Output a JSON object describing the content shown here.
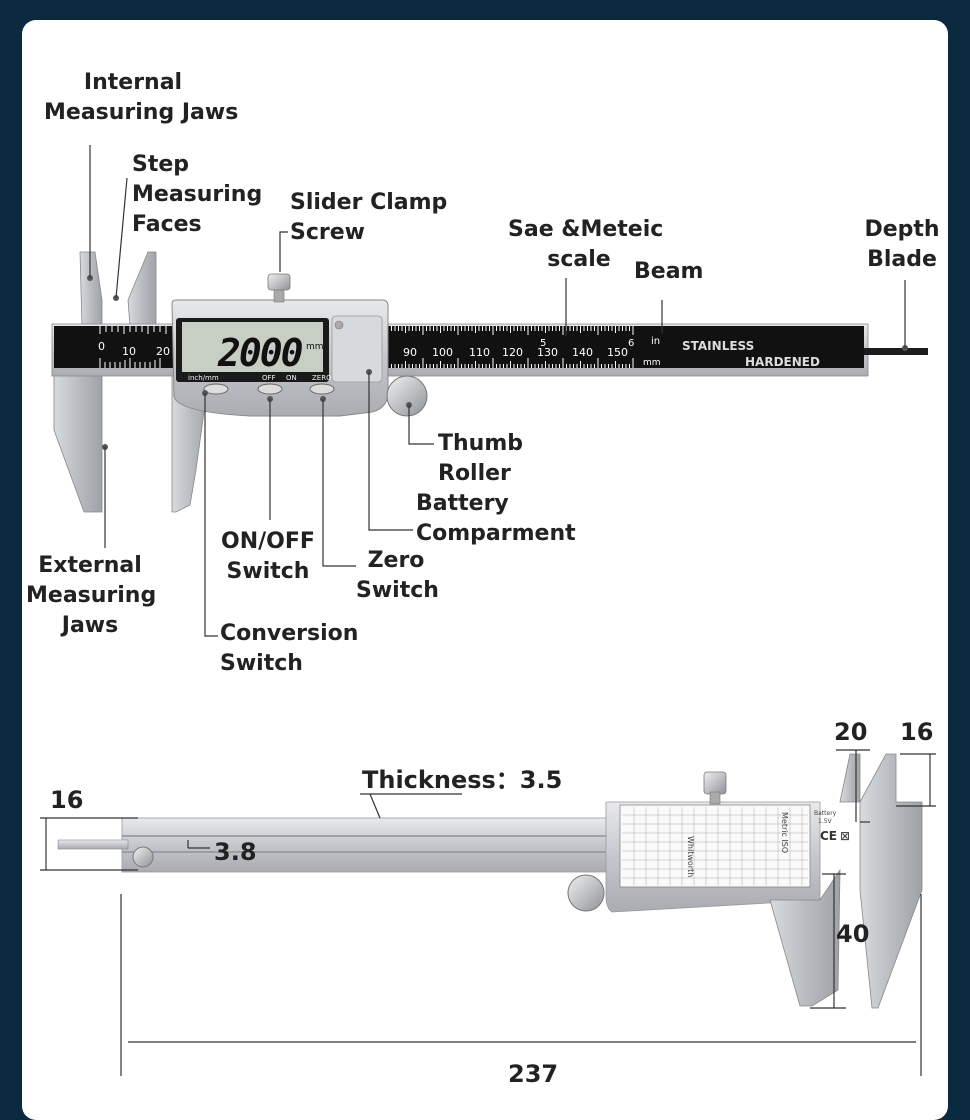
{
  "labels": {
    "internal_jaws": "Internal\nMeasuring Jaws",
    "step_faces": "Step\nMeasuring\nFaces",
    "slider_clamp": "Slider Clamp\nScrew",
    "scale": "Sae &Meteic\nscale",
    "beam": "Beam",
    "depth_blade": "Depth\nBlade",
    "thumb_roller": "Thumb\nRoller",
    "battery": "Battery\nComparment",
    "onoff": "ON/OFF\nSwitch",
    "zero": "Zero\nSwitch",
    "conversion": "Conversion\nSwitch",
    "external_jaws": "External\nMeasuring\nJaws"
  },
  "caliper": {
    "display_value": "2000",
    "display_unit": "mm",
    "btn_inch_mm": "inch/mm",
    "btn_off": "OFF",
    "btn_on": "ON",
    "btn_zero": "ZERO",
    "beam_text_1": "STAINLESS",
    "beam_text_2": "HARDENED",
    "unit_in": "in",
    "unit_mm": "mm",
    "mm_ticks": [
      "0",
      "10",
      "20",
      "90",
      "100",
      "110",
      "120",
      "130",
      "140",
      "150"
    ],
    "in_ticks": [
      "5",
      "6"
    ]
  },
  "dimensions": {
    "thickness": "Thickness：3.5",
    "blade_height": "16",
    "blade_thickness": "3.8",
    "jaw_width": "20",
    "jaw_height": "16",
    "jaw_length": "40",
    "overall_length": "237"
  },
  "back_plate": {
    "battery_text": "Battery",
    "battery_volt": "1.5V",
    "whitworth": "Whitworth",
    "model": "Metric ISO"
  }
}
